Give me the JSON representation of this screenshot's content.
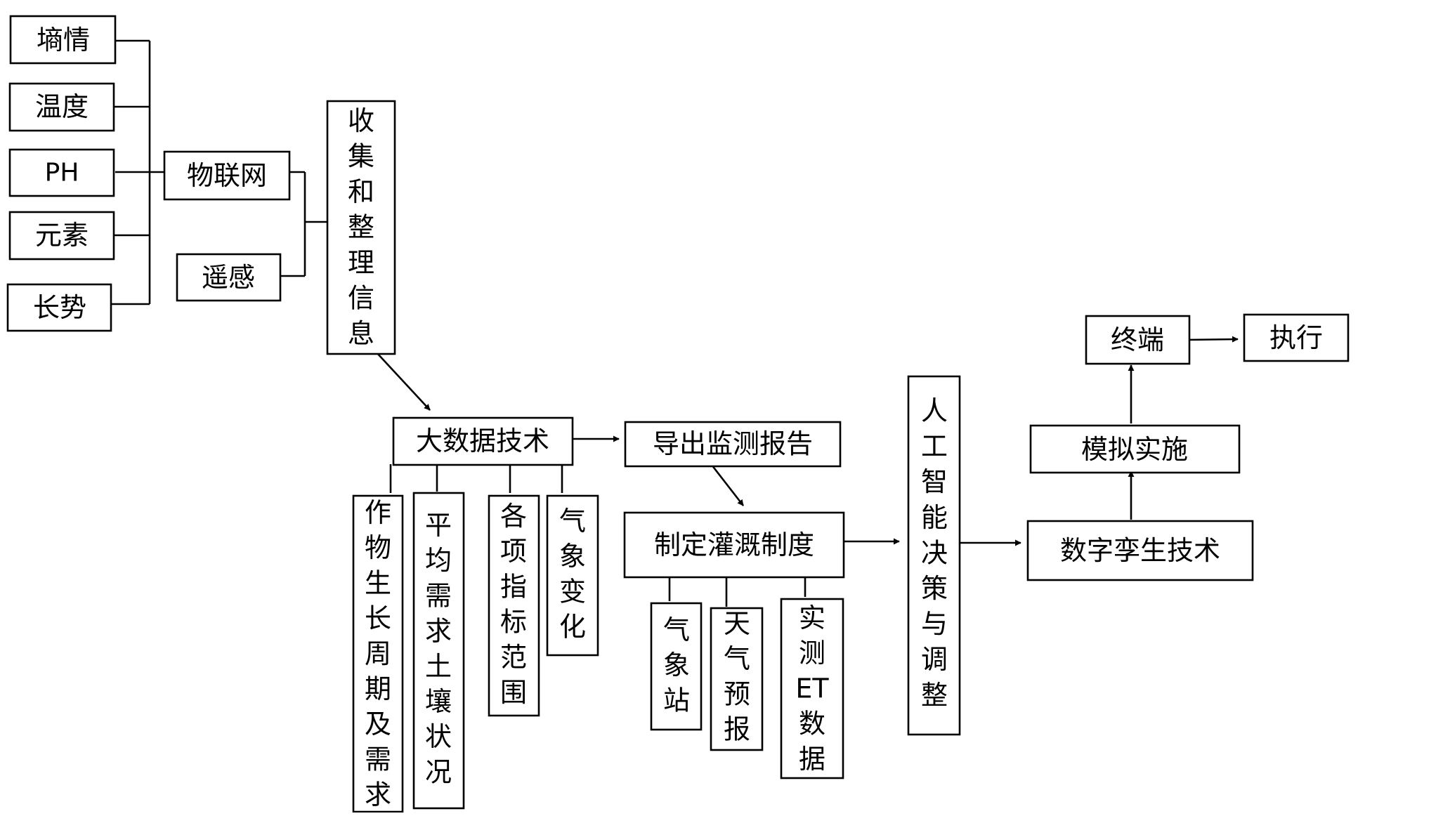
{
  "nodes": {
    "shangqing": "墒情",
    "wendu": "温度",
    "ph": "PH",
    "yuansu": "元素",
    "zhangshi": "长势",
    "wulianwang": "物联网",
    "yaogan": "遥感",
    "shouji": "收集和整理信息",
    "dashuju": "大数据技术",
    "zuowu": "作物生长周期及需求",
    "pingjun": "平均需求土壤状况",
    "gexiang": "各项指标范围",
    "qixiang_bianhua": "气象变化",
    "daochu": "导出监测报告",
    "zhiding": "制定灌溉制度",
    "qixiangzhan": "气象站",
    "tianqi": "天气预报",
    "shice": [
      "实",
      "测",
      "ET",
      "数",
      "据"
    ],
    "rengong": "人工智能决策与调整",
    "shuzi": "数字孪生技术",
    "moni": "模拟实施",
    "zhongduan": "终端",
    "zhixing": "执行"
  }
}
